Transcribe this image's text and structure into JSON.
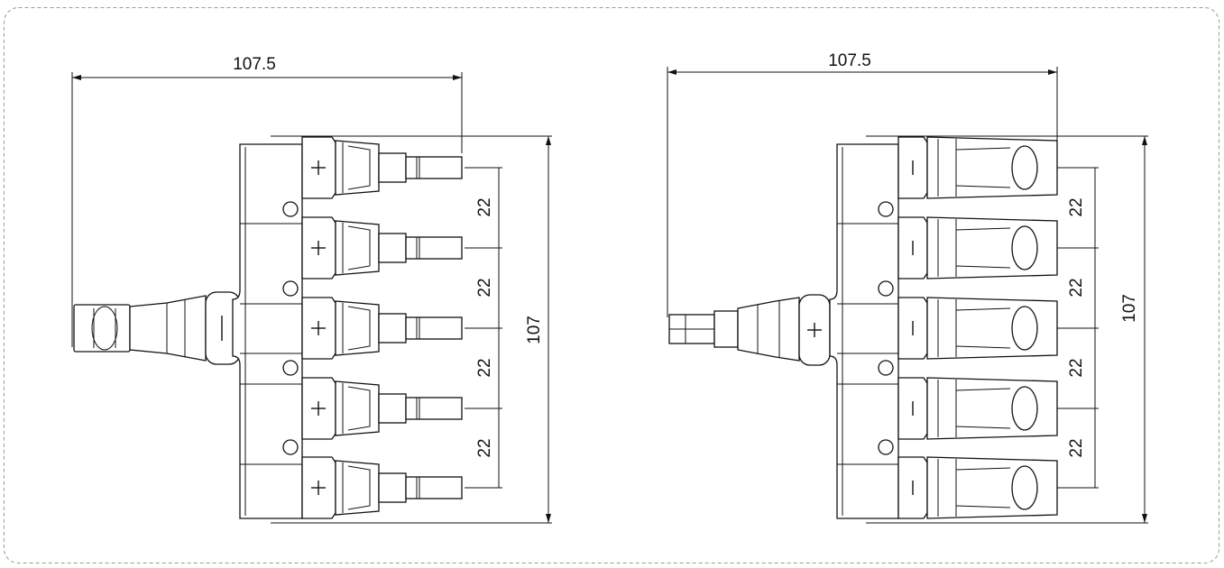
{
  "diagrams": [
    {
      "id": "left",
      "variant": "male",
      "width_label": "107.5",
      "height_label": "107",
      "pitch_labels": [
        "22",
        "22",
        "22",
        "22"
      ],
      "branch_symbol": "+",
      "trunk_symbol": "−"
    },
    {
      "id": "right",
      "variant": "female",
      "width_label": "107.5",
      "height_label": "107",
      "pitch_labels": [
        "22",
        "22",
        "22",
        "22"
      ],
      "branch_symbol": "−",
      "trunk_symbol": "+"
    }
  ],
  "colors": {
    "frame_border": "#9a9a9a",
    "line": "#111111",
    "background": "#ffffff"
  }
}
